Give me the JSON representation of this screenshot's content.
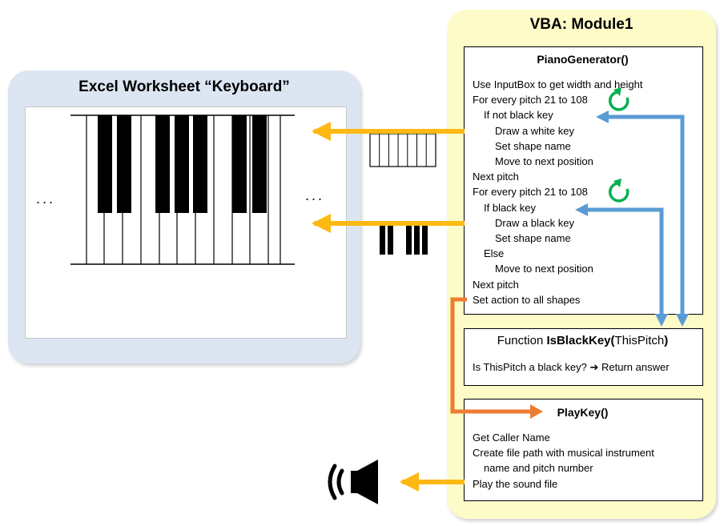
{
  "excel": {
    "title": "Excel Worksheet “Keyboard”",
    "dots_left": "...",
    "dots_right": "..."
  },
  "vba": {
    "title": "VBA: Module1",
    "piano_generator": {
      "title": "PianoGenerator()",
      "lines": [
        "Use InputBox to get width and height",
        "For every pitch 21 to 108",
        "If not black key",
        "Draw a white key",
        "Set shape name",
        "Move to next position",
        "Next pitch",
        "For every pitch 21 to 108",
        "If black key",
        "Draw a black key",
        "Set shape name",
        "Else",
        "Move to next position",
        "Next pitch",
        "Set action to all shapes"
      ]
    },
    "is_black_key": {
      "title_prefix": "Function ",
      "title_name": "IsBlackKey(",
      "title_param": "ThisPitch",
      "title_close": ")",
      "line_question": "Is ThisPitch a black key?",
      "line_answer": "Return answer"
    },
    "play_key": {
      "title": "PlayKey()",
      "lines": [
        "Get Caller Name",
        "Create file path with musical instrument",
        "name and pitch number",
        "Play the sound file"
      ]
    }
  },
  "colors": {
    "yellow_arrow": "#fdb913",
    "blue_arrow": "#5b9bd5",
    "orange_arrow": "#ed7d31",
    "loop_icon": "#00b050",
    "excel_panel": "#dce6f2",
    "vba_panel": "#fdfbc8"
  },
  "icons": {
    "loop": "refresh-icon",
    "speaker": "speaker-icon",
    "arrow_right": "➔"
  }
}
